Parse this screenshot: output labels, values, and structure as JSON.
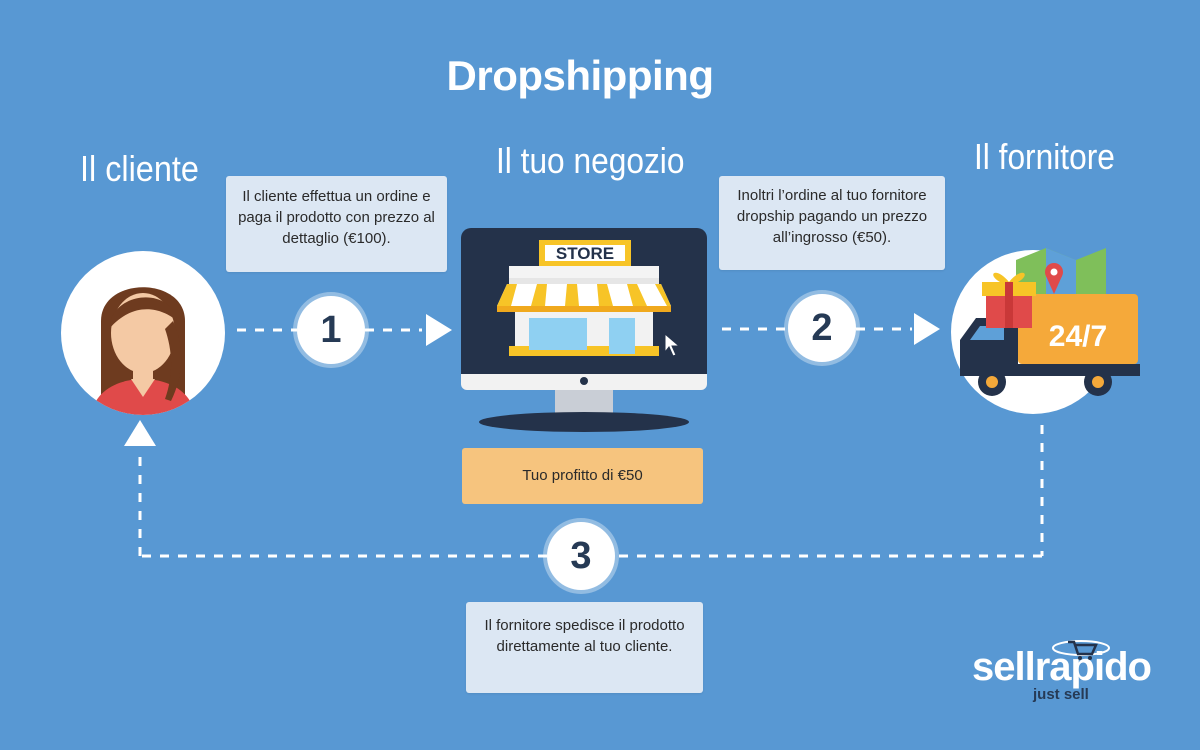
{
  "title": "Dropshipping",
  "nodes": {
    "client": "Il cliente",
    "store": "Il tuo negozio",
    "supplier": "Il fornitore"
  },
  "steps": {
    "step1_number": "1",
    "step2_number": "2",
    "step3_number": "3",
    "step1_text": "Il cliente effettua un ordine e paga il prodotto con prezzo al dettaglio (€100).",
    "step2_text": "Inoltri l’ordine al tuo fornitore dropship pagando un prezzo all’ingrosso (€50).",
    "step3_text": "Il fornitore spedisce il prodotto direttamente al tuo cliente."
  },
  "profit": "Tuo profitto di €50",
  "store_sign": "STORE",
  "truck_label": "24/7",
  "brand": {
    "name": "sellrapido",
    "tagline": "just sell"
  },
  "colors": {
    "background": "#5898d3",
    "box": "#dce7f3",
    "profit_box": "#f6c47e",
    "dark": "#263a55",
    "accent_yellow": "#f7c427",
    "truck_orange": "#f5a93a"
  },
  "icons": [
    "woman-avatar-icon",
    "store-monitor-icon",
    "delivery-truck-icon",
    "map-pin-icon",
    "gift-icon",
    "cart-icon"
  ]
}
